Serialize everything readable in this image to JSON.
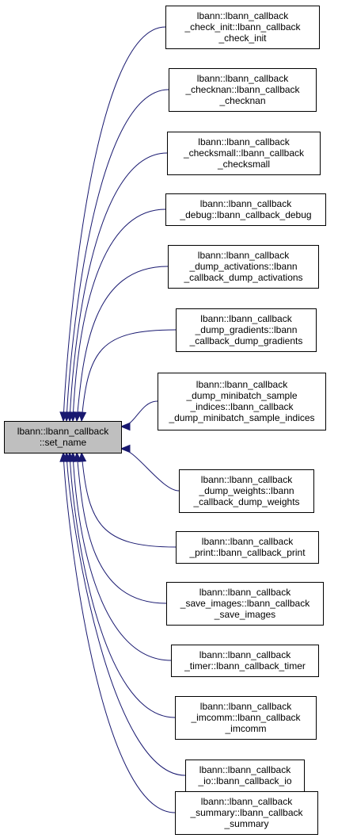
{
  "root": {
    "lines": [
      "lbann::lbann_callback",
      "::set_name"
    ]
  },
  "nodes": [
    {
      "id": "check-init",
      "lines": [
        "lbann::lbann_callback",
        "_check_init::lbann_callback",
        "_check_init"
      ]
    },
    {
      "id": "checknan",
      "lines": [
        "lbann::lbann_callback",
        "_checknan::lbann_callback",
        "_checknan"
      ]
    },
    {
      "id": "checksmall",
      "lines": [
        "lbann::lbann_callback",
        "_checksmall::lbann_callback",
        "_checksmall"
      ]
    },
    {
      "id": "debug",
      "lines": [
        "lbann::lbann_callback",
        "_debug::lbann_callback_debug"
      ]
    },
    {
      "id": "dump-activations",
      "lines": [
        "lbann::lbann_callback",
        "_dump_activations::lbann",
        "_callback_dump_activations"
      ]
    },
    {
      "id": "dump-gradients",
      "lines": [
        "lbann::lbann_callback",
        "_dump_gradients::lbann",
        "_callback_dump_gradients"
      ]
    },
    {
      "id": "dump-minibatch-sample-indices",
      "lines": [
        "lbann::lbann_callback",
        "_dump_minibatch_sample",
        "_indices::lbann_callback",
        "_dump_minibatch_sample_indices"
      ]
    },
    {
      "id": "dump-weights",
      "lines": [
        "lbann::lbann_callback",
        "_dump_weights::lbann",
        "_callback_dump_weights"
      ]
    },
    {
      "id": "print",
      "lines": [
        "lbann::lbann_callback",
        "_print::lbann_callback_print"
      ]
    },
    {
      "id": "save-images",
      "lines": [
        "lbann::lbann_callback",
        "_save_images::lbann_callback",
        "_save_images"
      ]
    },
    {
      "id": "timer",
      "lines": [
        "lbann::lbann_callback",
        "_timer::lbann_callback_timer"
      ]
    },
    {
      "id": "imcomm",
      "lines": [
        "lbann::lbann_callback",
        "_imcomm::lbann_callback",
        "_imcomm"
      ]
    },
    {
      "id": "io",
      "lines": [
        "lbann::lbann_callback",
        "_io::lbann_callback_io"
      ]
    },
    {
      "id": "summary",
      "lines": [
        "lbann::lbann_callback",
        "_summary::lbann_callback",
        "_summary"
      ]
    }
  ],
  "colors": {
    "edge": "#191970",
    "root_fill": "#bfbfbf",
    "node_fill": "#ffffff",
    "border": "#000000"
  }
}
